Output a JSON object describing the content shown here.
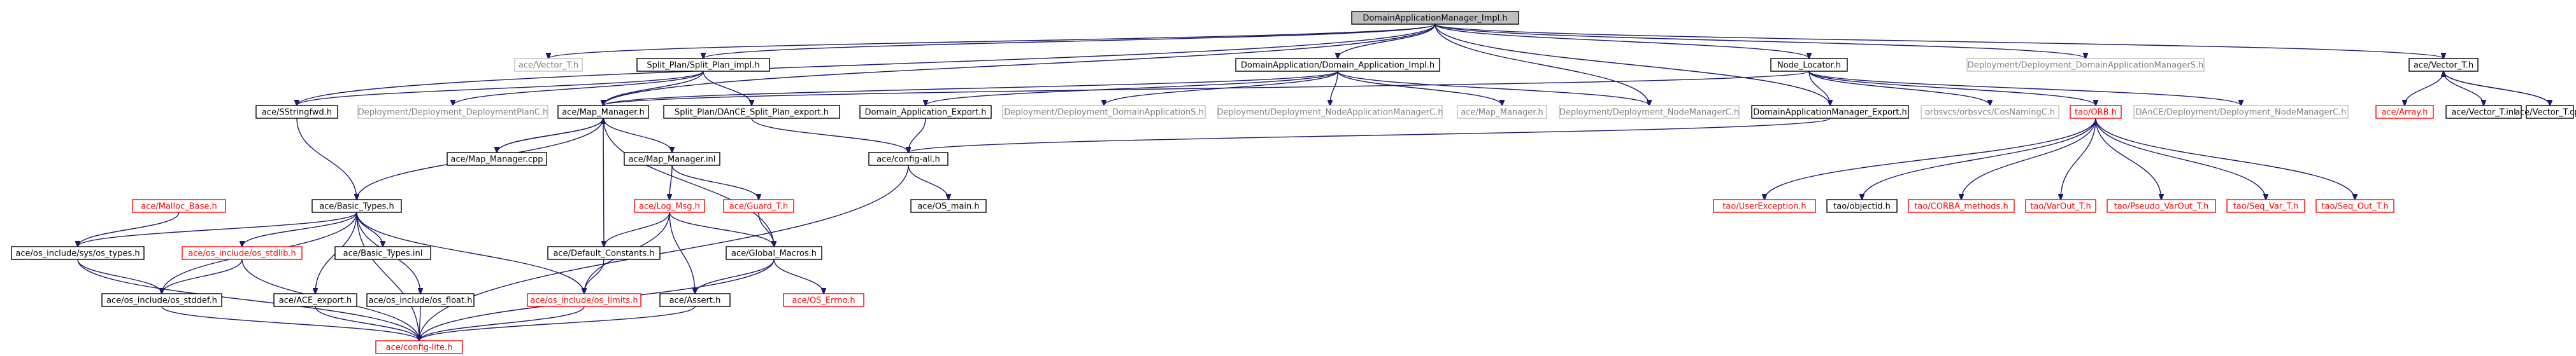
{
  "graph": {
    "colors": {
      "edge": "#191970",
      "node_border": "#000000",
      "missing_border": "#ff0000",
      "undocumented_border": "#bfbfbf",
      "root_fill": "#bfbfbf"
    },
    "nodes": [
      {
        "id": "root",
        "label": "DomainApplicationManager_Impl.h",
        "status": "root"
      },
      {
        "id": "vector_t_h_left",
        "label": "ace/Vector_T.h",
        "status": "ghost"
      },
      {
        "id": "split_plan_impl",
        "label": "Split_Plan/Split_Plan_impl.h",
        "status": "normal"
      },
      {
        "id": "domain_app_impl",
        "label": "DomainApplication/Domain_Application_Impl.h",
        "status": "normal"
      },
      {
        "id": "node_locator",
        "label": "Node_Locator.h",
        "status": "normal"
      },
      {
        "id": "dam_servant_h",
        "label": "Deployment/Deployment_DomainApplicationManagerS.h",
        "status": "ghost"
      },
      {
        "id": "vector_t_h_right",
        "label": "ace/Vector_T.h",
        "status": "normal"
      },
      {
        "id": "sstringfwd",
        "label": "ace/SStringfwd.h",
        "status": "normal"
      },
      {
        "id": "deployment_plan_c",
        "label": "Deployment/Deployment_DeploymentPlanC.h",
        "status": "ghost"
      },
      {
        "id": "map_manager_h",
        "label": "ace/Map_Manager.h",
        "status": "normal"
      },
      {
        "id": "split_plan_export",
        "label": "Split_Plan/DAnCE_Split_Plan_export.h",
        "status": "normal"
      },
      {
        "id": "dom_app_export",
        "label": "Domain_Application_Export.h",
        "status": "normal"
      },
      {
        "id": "dep_domain_app_s",
        "label": "Deployment/Deployment_DomainApplicationS.h",
        "status": "ghost"
      },
      {
        "id": "dep_nam_c",
        "label": "Deployment/Deployment_NodeApplicationManagerC.h",
        "status": "ghost"
      },
      {
        "id": "map_manager_h_ghost",
        "label": "ace/Map_Manager.h",
        "status": "ghost"
      },
      {
        "id": "dep_nodemgr_c",
        "label": "Deployment/Deployment_NodeManagerC.h",
        "status": "ghost"
      },
      {
        "id": "dam_export",
        "label": "DomainApplicationManager_Export.h",
        "status": "normal"
      },
      {
        "id": "cosnaming_c",
        "label": "orbsvcs/orbsvcs/CosNamingC.h",
        "status": "ghost"
      },
      {
        "id": "tao_orb_h",
        "label": "tao/ORB.h",
        "status": "missing"
      },
      {
        "id": "dance_nodemgr_c",
        "label": "DAnCE/Deployment/Deployment_NodeManagerC.h",
        "status": "ghost"
      },
      {
        "id": "ace_array",
        "label": "ace/Array.h",
        "status": "missing"
      },
      {
        "id": "vector_t_inl",
        "label": "ace/Vector_T.inl",
        "status": "normal"
      },
      {
        "id": "vector_t_cpp",
        "label": "ace/Vector_T.cpp",
        "status": "normal"
      },
      {
        "id": "map_manager_cpp",
        "label": "ace/Map_Manager.cpp",
        "status": "normal"
      },
      {
        "id": "map_manager_inl",
        "label": "ace/Map_Manager.inl",
        "status": "normal"
      },
      {
        "id": "config_all",
        "label": "ace/config-all.h",
        "status": "normal"
      },
      {
        "id": "malloc_base",
        "label": "ace/Malloc_Base.h",
        "status": "missing"
      },
      {
        "id": "basic_types_h",
        "label": "ace/Basic_Types.h",
        "status": "normal"
      },
      {
        "id": "log_msg",
        "label": "ace/Log_Msg.h",
        "status": "missing"
      },
      {
        "id": "guard_t",
        "label": "ace/Guard_T.h",
        "status": "missing"
      },
      {
        "id": "os_main",
        "label": "ace/OS_main.h",
        "status": "normal"
      },
      {
        "id": "user_exception",
        "label": "tao/UserException.h",
        "status": "missing"
      },
      {
        "id": "objectid",
        "label": "tao/objectid.h",
        "status": "normal"
      },
      {
        "id": "corba_methods",
        "label": "tao/CORBA_methods.h",
        "status": "missing"
      },
      {
        "id": "varout_t",
        "label": "tao/VarOut_T.h",
        "status": "missing"
      },
      {
        "id": "pseudo_varout",
        "label": "tao/Pseudo_VarOut_T.h",
        "status": "missing"
      },
      {
        "id": "seq_var_t",
        "label": "tao/Seq_Var_T.h",
        "status": "missing"
      },
      {
        "id": "seq_out_t",
        "label": "tao/Seq_Out_T.h",
        "status": "missing"
      },
      {
        "id": "os_sys_types",
        "label": "ace/os_include/sys/os_types.h",
        "status": "normal"
      },
      {
        "id": "os_stdlib",
        "label": "ace/os_include/os_stdlib.h",
        "status": "missing"
      },
      {
        "id": "basic_types_inl",
        "label": "ace/Basic_Types.inl",
        "status": "normal"
      },
      {
        "id": "default_constants",
        "label": "ace/Default_Constants.h",
        "status": "normal"
      },
      {
        "id": "global_macros",
        "label": "ace/Global_Macros.h",
        "status": "normal"
      },
      {
        "id": "os_stddef",
        "label": "ace/os_include/os_stddef.h",
        "status": "normal"
      },
      {
        "id": "ace_export",
        "label": "ace/ACE_export.h",
        "status": "normal"
      },
      {
        "id": "os_float",
        "label": "ace/os_include/os_float.h",
        "status": "normal"
      },
      {
        "id": "os_limits",
        "label": "ace/os_include/os_limits.h",
        "status": "missing"
      },
      {
        "id": "ace_assert",
        "label": "ace/Assert.h",
        "status": "normal"
      },
      {
        "id": "os_errno",
        "label": "ace/OS_Errno.h",
        "status": "missing"
      },
      {
        "id": "config_lite",
        "label": "ace/config-lite.h",
        "status": "missing"
      }
    ],
    "edges": [
      [
        "root",
        "vector_t_h_left"
      ],
      [
        "root",
        "split_plan_impl"
      ],
      [
        "root",
        "domain_app_impl"
      ],
      [
        "root",
        "node_locator"
      ],
      [
        "root",
        "dam_servant_h"
      ],
      [
        "root",
        "vector_t_h_right"
      ],
      [
        "root",
        "sstringfwd"
      ],
      [
        "root",
        "map_manager_h"
      ],
      [
        "root",
        "dam_export"
      ],
      [
        "root",
        "dep_nodemgr_c"
      ],
      [
        "split_plan_impl",
        "sstringfwd"
      ],
      [
        "split_plan_impl",
        "deployment_plan_c"
      ],
      [
        "split_plan_impl",
        "map_manager_h"
      ],
      [
        "split_plan_impl",
        "split_plan_export"
      ],
      [
        "domain_app_impl",
        "map_manager_h"
      ],
      [
        "domain_app_impl",
        "dom_app_export"
      ],
      [
        "domain_app_impl",
        "dep_domain_app_s"
      ],
      [
        "domain_app_impl",
        "dep_nam_c"
      ],
      [
        "domain_app_impl",
        "map_manager_h_ghost"
      ],
      [
        "domain_app_impl",
        "dep_nodemgr_c"
      ],
      [
        "node_locator",
        "map_manager_h"
      ],
      [
        "node_locator",
        "cosnaming_c"
      ],
      [
        "node_locator",
        "tao_orb_h"
      ],
      [
        "node_locator",
        "dance_nodemgr_c"
      ],
      [
        "node_locator",
        "dam_export"
      ],
      [
        "vector_t_h_right",
        "ace_array"
      ],
      [
        "vector_t_h_right",
        "vector_t_inl"
      ],
      [
        "vector_t_h_right",
        "vector_t_cpp"
      ],
      [
        "vector_t_cpp",
        "vector_t_h_right"
      ],
      [
        "sstringfwd",
        "basic_types_h"
      ],
      [
        "map_manager_h",
        "map_manager_cpp"
      ],
      [
        "map_manager_cpp",
        "map_manager_h"
      ],
      [
        "map_manager_h",
        "map_manager_inl"
      ],
      [
        "map_manager_h",
        "basic_types_h"
      ],
      [
        "map_manager_h",
        "default_constants"
      ],
      [
        "map_manager_h",
        "global_macros"
      ],
      [
        "split_plan_export",
        "config_all"
      ],
      [
        "dom_app_export",
        "config_all"
      ],
      [
        "dam_export",
        "config_all"
      ],
      [
        "config_all",
        "os_main"
      ],
      [
        "config_all",
        "config_lite"
      ],
      [
        "tao_orb_h",
        "user_exception"
      ],
      [
        "tao_orb_h",
        "objectid"
      ],
      [
        "tao_orb_h",
        "corba_methods"
      ],
      [
        "tao_orb_h",
        "varout_t"
      ],
      [
        "tao_orb_h",
        "pseudo_varout"
      ],
      [
        "tao_orb_h",
        "seq_var_t"
      ],
      [
        "tao_orb_h",
        "seq_out_t"
      ],
      [
        "map_manager_inl",
        "log_msg"
      ],
      [
        "map_manager_inl",
        "guard_t"
      ],
      [
        "malloc_base",
        "os_sys_types"
      ],
      [
        "basic_types_h",
        "os_sys_types"
      ],
      [
        "basic_types_h",
        "os_stdlib"
      ],
      [
        "basic_types_h",
        "basic_types_inl"
      ],
      [
        "basic_types_h",
        "os_stddef"
      ],
      [
        "basic_types_h",
        "ace_export"
      ],
      [
        "basic_types_h",
        "os_float"
      ],
      [
        "basic_types_h",
        "os_limits"
      ],
      [
        "basic_types_h",
        "config_lite"
      ],
      [
        "log_msg",
        "default_constants"
      ],
      [
        "log_msg",
        "os_limits"
      ],
      [
        "log_msg",
        "ace_assert"
      ],
      [
        "log_msg",
        "global_macros"
      ],
      [
        "guard_t",
        "global_macros"
      ],
      [
        "global_macros",
        "ace_assert"
      ],
      [
        "global_macros",
        "os_errno"
      ],
      [
        "global_macros",
        "config_lite"
      ],
      [
        "os_sys_types",
        "os_stddef"
      ],
      [
        "os_sys_types",
        "config_lite"
      ],
      [
        "os_stdlib",
        "os_stddef"
      ],
      [
        "os_stdlib",
        "config_lite"
      ],
      [
        "os_stddef",
        "config_lite"
      ],
      [
        "ace_export",
        "config_lite"
      ],
      [
        "os_float",
        "config_lite"
      ],
      [
        "os_limits",
        "config_lite"
      ],
      [
        "ace_assert",
        "config_lite"
      ],
      [
        "default_constants",
        "os_limits"
      ]
    ]
  }
}
